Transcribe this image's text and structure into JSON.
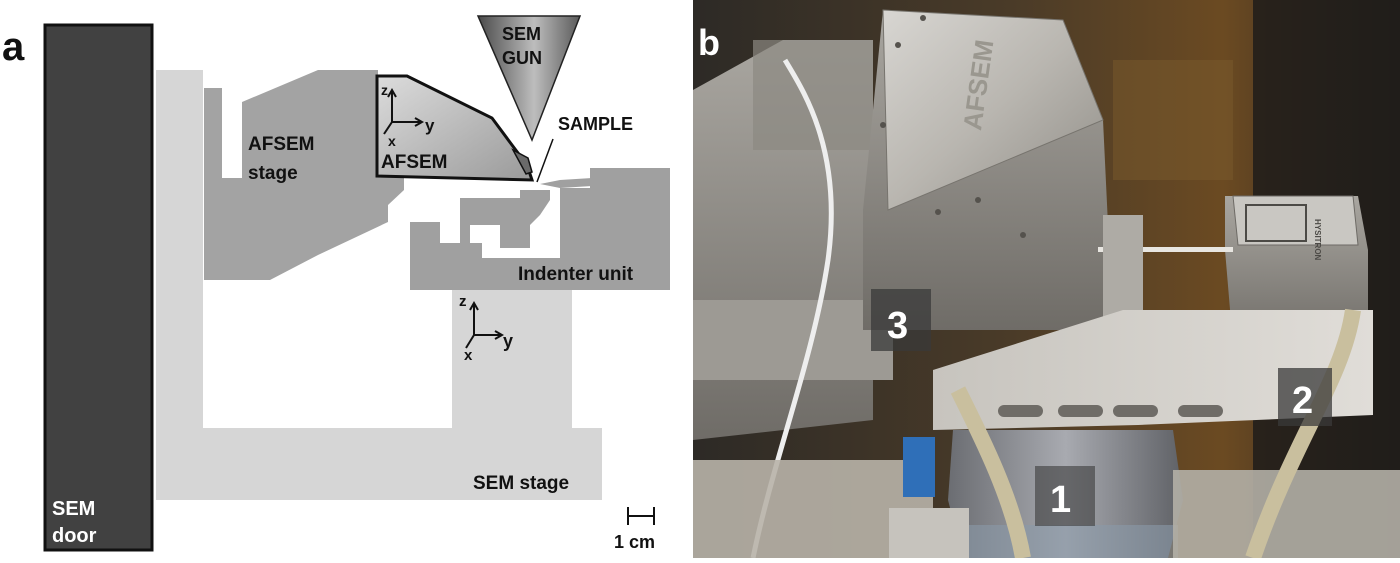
{
  "panel_a": {
    "letter": "a",
    "labels": {
      "sem_gun_line1": "SEM",
      "sem_gun_line2": "GUN",
      "sample": "SAMPLE",
      "afsem_stage_line1": "AFSEM",
      "afsem_stage_line2": "stage",
      "afsem": "AFSEM",
      "indenter_unit": "Indenter unit",
      "sem_stage": "SEM stage",
      "sem_door_line1": "SEM",
      "sem_door_line2": "door",
      "scale_bar": "1 cm"
    },
    "axes_upper": {
      "z": "z",
      "y": "y",
      "x": "x"
    },
    "axes_lower": {
      "z": "z",
      "y": "y",
      "x": "x"
    }
  },
  "panel_b": {
    "letter": "b",
    "callouts": [
      "3",
      "2",
      "1"
    ],
    "device_engraving": "AFSEM",
    "sensor_engraving": "HYSITRON"
  },
  "colors": {
    "door": "#414141",
    "sem_stage": "#d6d6d6",
    "afsem_stage": "#a3a3a3",
    "indenter": "#a0a0a0",
    "afsem": "#c4c4c4"
  }
}
